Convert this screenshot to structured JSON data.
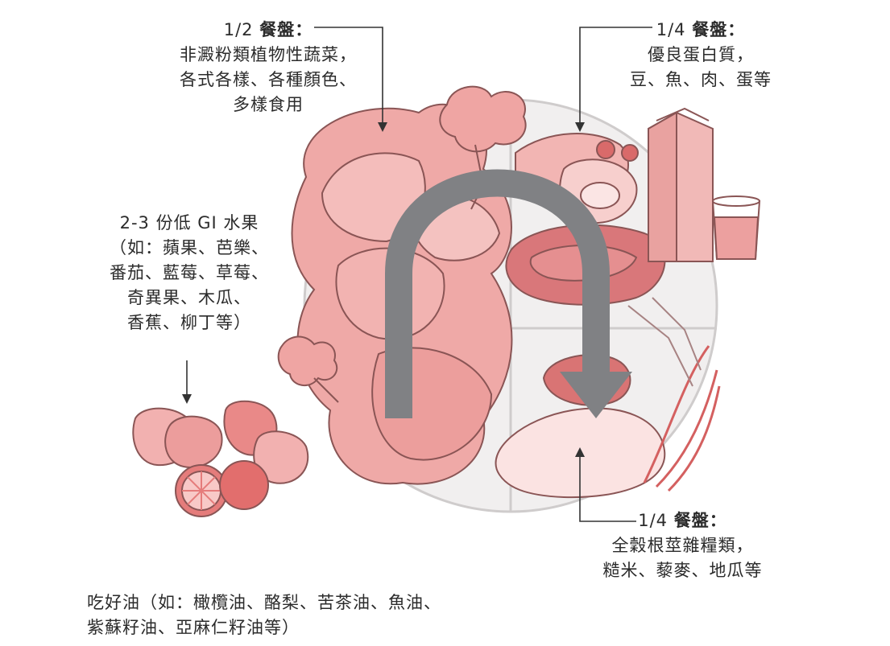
{
  "vegetables": {
    "fraction": "1/2",
    "word": "餐盤：",
    "lines": [
      "非澱粉類植物性蔬菜，",
      "各式各樣、各種顏色、",
      "多樣食用"
    ]
  },
  "protein": {
    "fraction": "1/4",
    "word": "餐盤：",
    "lines": [
      "優良蛋白質，",
      "豆、魚、肉、蛋等"
    ]
  },
  "fruit": {
    "lines": [
      "2-3 份低 GI 水果",
      "（如：蘋果、芭樂、",
      "番茄、藍莓、草莓、",
      "奇異果、木瓜、",
      "香蕉、柳丁等）"
    ]
  },
  "grains": {
    "fraction": "1/4",
    "word": "餐盤：",
    "lines": [
      "全穀根莖雜糧類，",
      "糙米、藜麥、地瓜等"
    ]
  },
  "oil": {
    "lines": [
      "吃好油（如：橄欖油、酪梨、苦茶油、魚油、",
      "紫蘇籽油、亞麻仁籽油等）"
    ]
  },
  "colors": {
    "food_pink": "#efa5a3",
    "food_dark": "#d97372",
    "outline": "#6b4a4a",
    "arrow_gray": "#7f8083",
    "plate": "#e6e4e4"
  }
}
